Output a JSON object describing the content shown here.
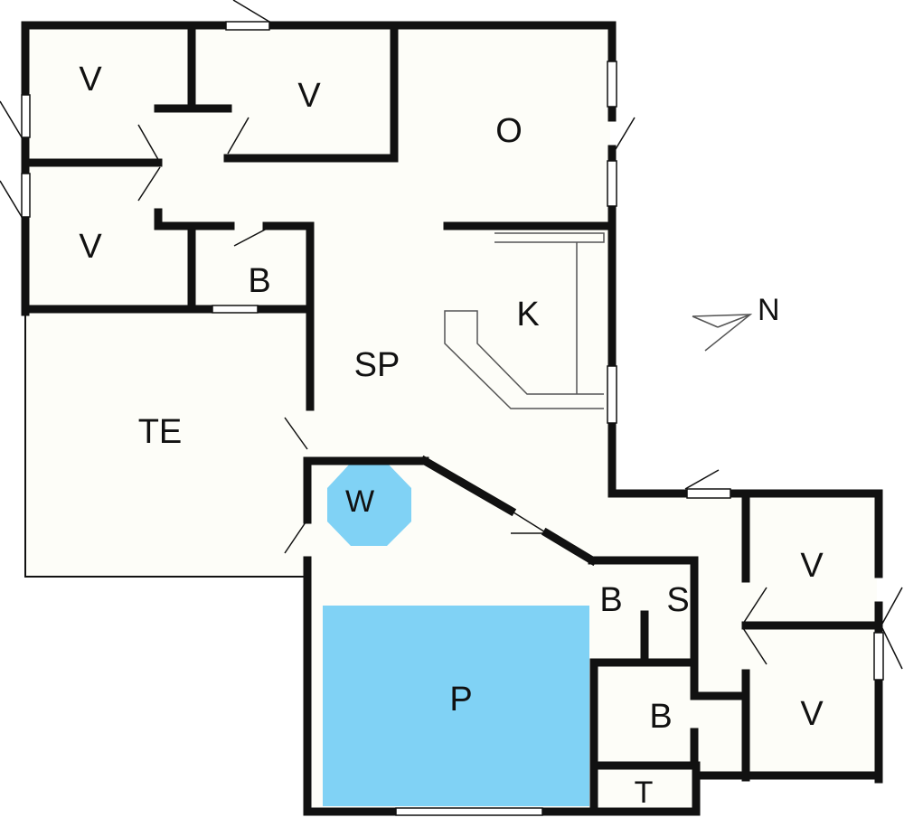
{
  "colors": {
    "background": "#ffffff",
    "floor": "#fdfdf8",
    "wall": "#111111",
    "water": "#80d2f5",
    "fixture": "#555555"
  },
  "rooms": {
    "bedroom_nw": "V",
    "bedroom_n": "V",
    "bedroom_w": "V",
    "bath_w": "B",
    "office": "O",
    "kitchen": "K",
    "living": "SP",
    "terrace": "TE",
    "whirlpool": "W",
    "pool": "P",
    "bath_pool": "B",
    "sauna": "S",
    "bath_e": "B",
    "toilet": "T",
    "bedroom_e1": "V",
    "bedroom_e2": "V"
  },
  "compass": {
    "label": "N",
    "icon": "north-arrow-icon"
  }
}
